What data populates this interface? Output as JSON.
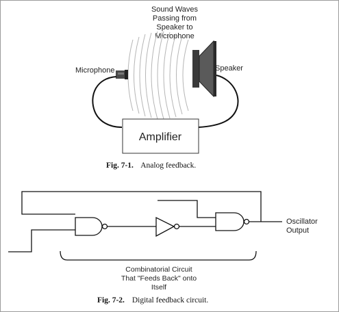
{
  "fig1": {
    "sound_waves_lines": [
      "Sound Waves",
      "Passing from",
      "Speaker to",
      "Microphone"
    ],
    "microphone_label": "Microphone",
    "speaker_label": "Speaker",
    "amplifier_label": "Amplifier",
    "caption_number": "Fig. 7-1.",
    "caption_text": "Analog feedback."
  },
  "fig2": {
    "output_label_lines": [
      "Oscillator",
      "Output"
    ],
    "bracket_label_lines": [
      "Combinatorial Circuit",
      "That \"Feeds Back\" onto",
      "Itself"
    ],
    "caption_number": "Fig. 7-2.",
    "caption_text": "Digital feedback circuit."
  }
}
